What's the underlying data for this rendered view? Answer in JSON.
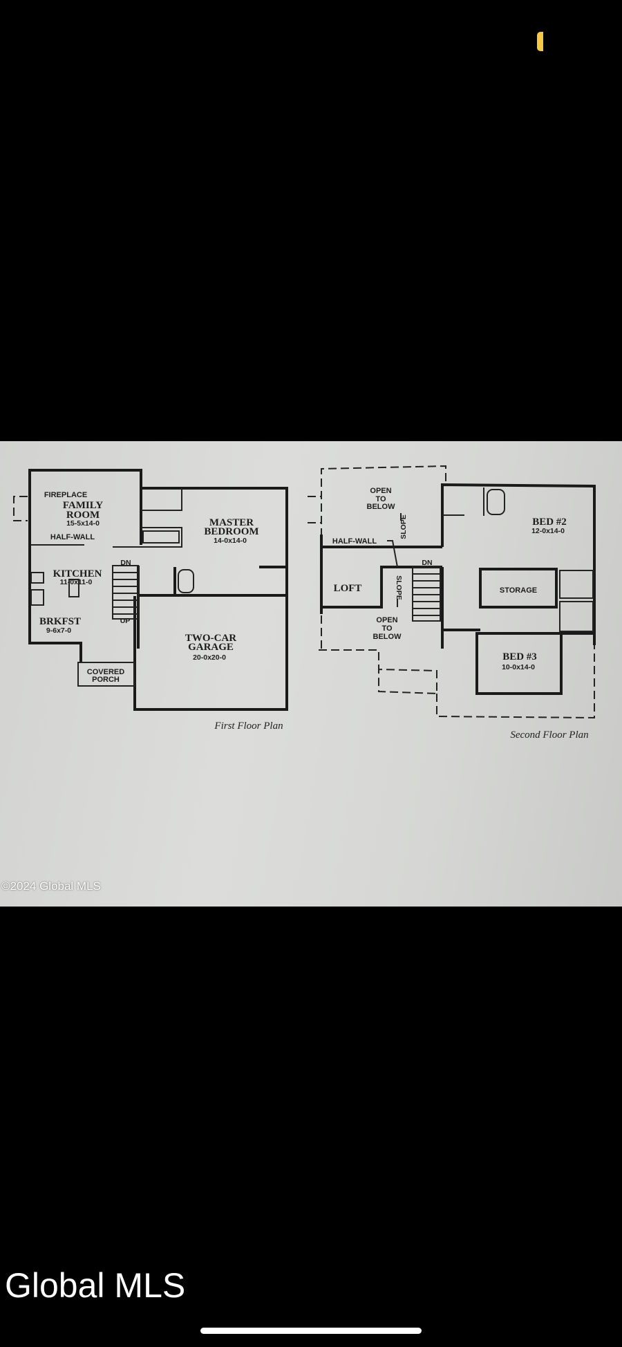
{
  "status_bar": {
    "indicator_color": "#f5c945"
  },
  "photo": {
    "first_floor": {
      "caption": "First Floor Plan",
      "labels": {
        "fireplace": "FIREPLACE",
        "family_room_1": "FAMILY",
        "family_room_2": "ROOM",
        "family_room_dim": "15-5x14-0",
        "half_wall": "HALF-WALL",
        "kitchen": "KITCHEN",
        "kitchen_dim": "11-0x11-0",
        "brkfst": "BRKFST",
        "brkfst_dim": "9-6x7-0",
        "dn": "DN",
        "up": "UP",
        "master_1": "MASTER",
        "master_2": "BEDROOM",
        "master_dim": "14-0x14-0",
        "garage_1": "TWO-CAR",
        "garage_2": "GARAGE",
        "garage_dim": "20-0x20-0",
        "porch_1": "COVERED",
        "porch_2": "PORCH"
      }
    },
    "second_floor": {
      "caption": "Second Floor Plan",
      "labels": {
        "open1_1": "OPEN",
        "open1_2": "TO",
        "open1_3": "BELOW",
        "slope_up": "SLOPE",
        "half_wall": "HALF-WALL",
        "loft": "LOFT",
        "slope_down": "SLOPE",
        "dn": "DN",
        "open2_1": "OPEN",
        "open2_2": "TO",
        "open2_3": "BELOW",
        "storage": "STORAGE",
        "bed2": "BED #2",
        "bed2_dim": "12-0x14-0",
        "bed3": "BED #3",
        "bed3_dim": "10-0x14-0"
      }
    },
    "copyright": "©2024 Global MLS"
  },
  "footer": {
    "source": "Global MLS"
  }
}
